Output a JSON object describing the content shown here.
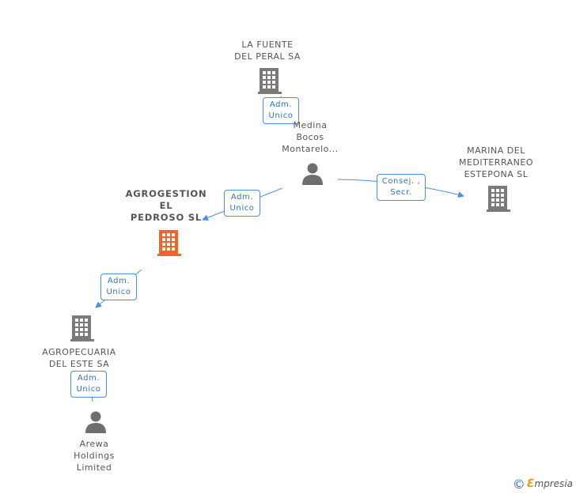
{
  "colors": {
    "company": "#7a7a7a",
    "company_main": "#f2652a",
    "person": "#6e6e6e",
    "edge": "#4a8fd8",
    "role_text": "#2f74c0"
  },
  "nodes": {
    "la_fuente": {
      "lines": [
        "LA FUENTE",
        "DEL PERAL SA"
      ],
      "icon": "building-icon"
    },
    "medina": {
      "lines": [
        "Medina",
        "Bocos",
        "Montarelo..."
      ],
      "icon": "person-icon"
    },
    "marina": {
      "lines": [
        "MARINA DEL",
        "MEDITERRANEO",
        "ESTEPONA SL"
      ],
      "icon": "building-icon"
    },
    "agrogestion": {
      "lines": [
        "AGROGESTION",
        "EL",
        "PEDROSO  SL"
      ],
      "icon": "building-icon"
    },
    "agropecuaria": {
      "lines": [
        "AGROPECUARIA",
        "DEL ESTE SA"
      ],
      "icon": "building-icon"
    },
    "arewa": {
      "lines": [
        "Arewa",
        "Holdings",
        "Limited"
      ],
      "icon": "person-icon"
    }
  },
  "roles": {
    "r1": [
      "Adm.",
      "Unico"
    ],
    "r2": [
      "Adm.",
      "Unico"
    ],
    "r3": [
      "Consej. ,",
      "Secr."
    ],
    "r4": [
      "Adm.",
      "Unico"
    ],
    "r5": [
      "Adm.",
      "Unico"
    ]
  },
  "footer": {
    "copyright": "©",
    "brand_e": "ℇ",
    "brand": "mpresia"
  }
}
